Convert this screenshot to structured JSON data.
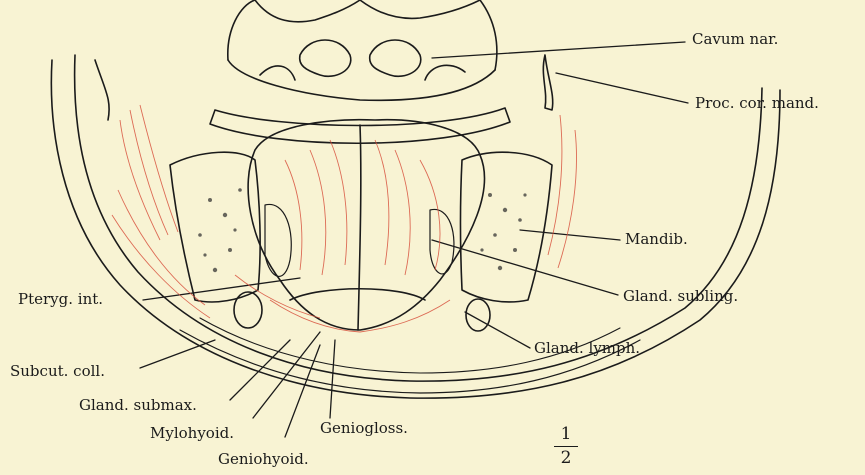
{
  "figure": {
    "labels": {
      "cavum_nar": "Cavum nar.",
      "proc_cor_mand": "Proc. cor. mand.",
      "mandib": "Mandib.",
      "gland_subling": "Gland. subling.",
      "gland_lymph": "Gland. lymph.",
      "pteryg_int": "Pteryg. int.",
      "subcut_coll": "Subcut. coll.",
      "gland_submax": "Gland. submax.",
      "mylohyoid": "Mylohyoid.",
      "geniogloss": "Geniogloss.",
      "geniohyoid": "Geniohyoid."
    },
    "scale": {
      "numerator": "1",
      "denominator": "2"
    },
    "colors": {
      "paper": "#f8f3d3",
      "ink": "#1b1b1b",
      "muscle_fibers": "#d8533f"
    }
  }
}
